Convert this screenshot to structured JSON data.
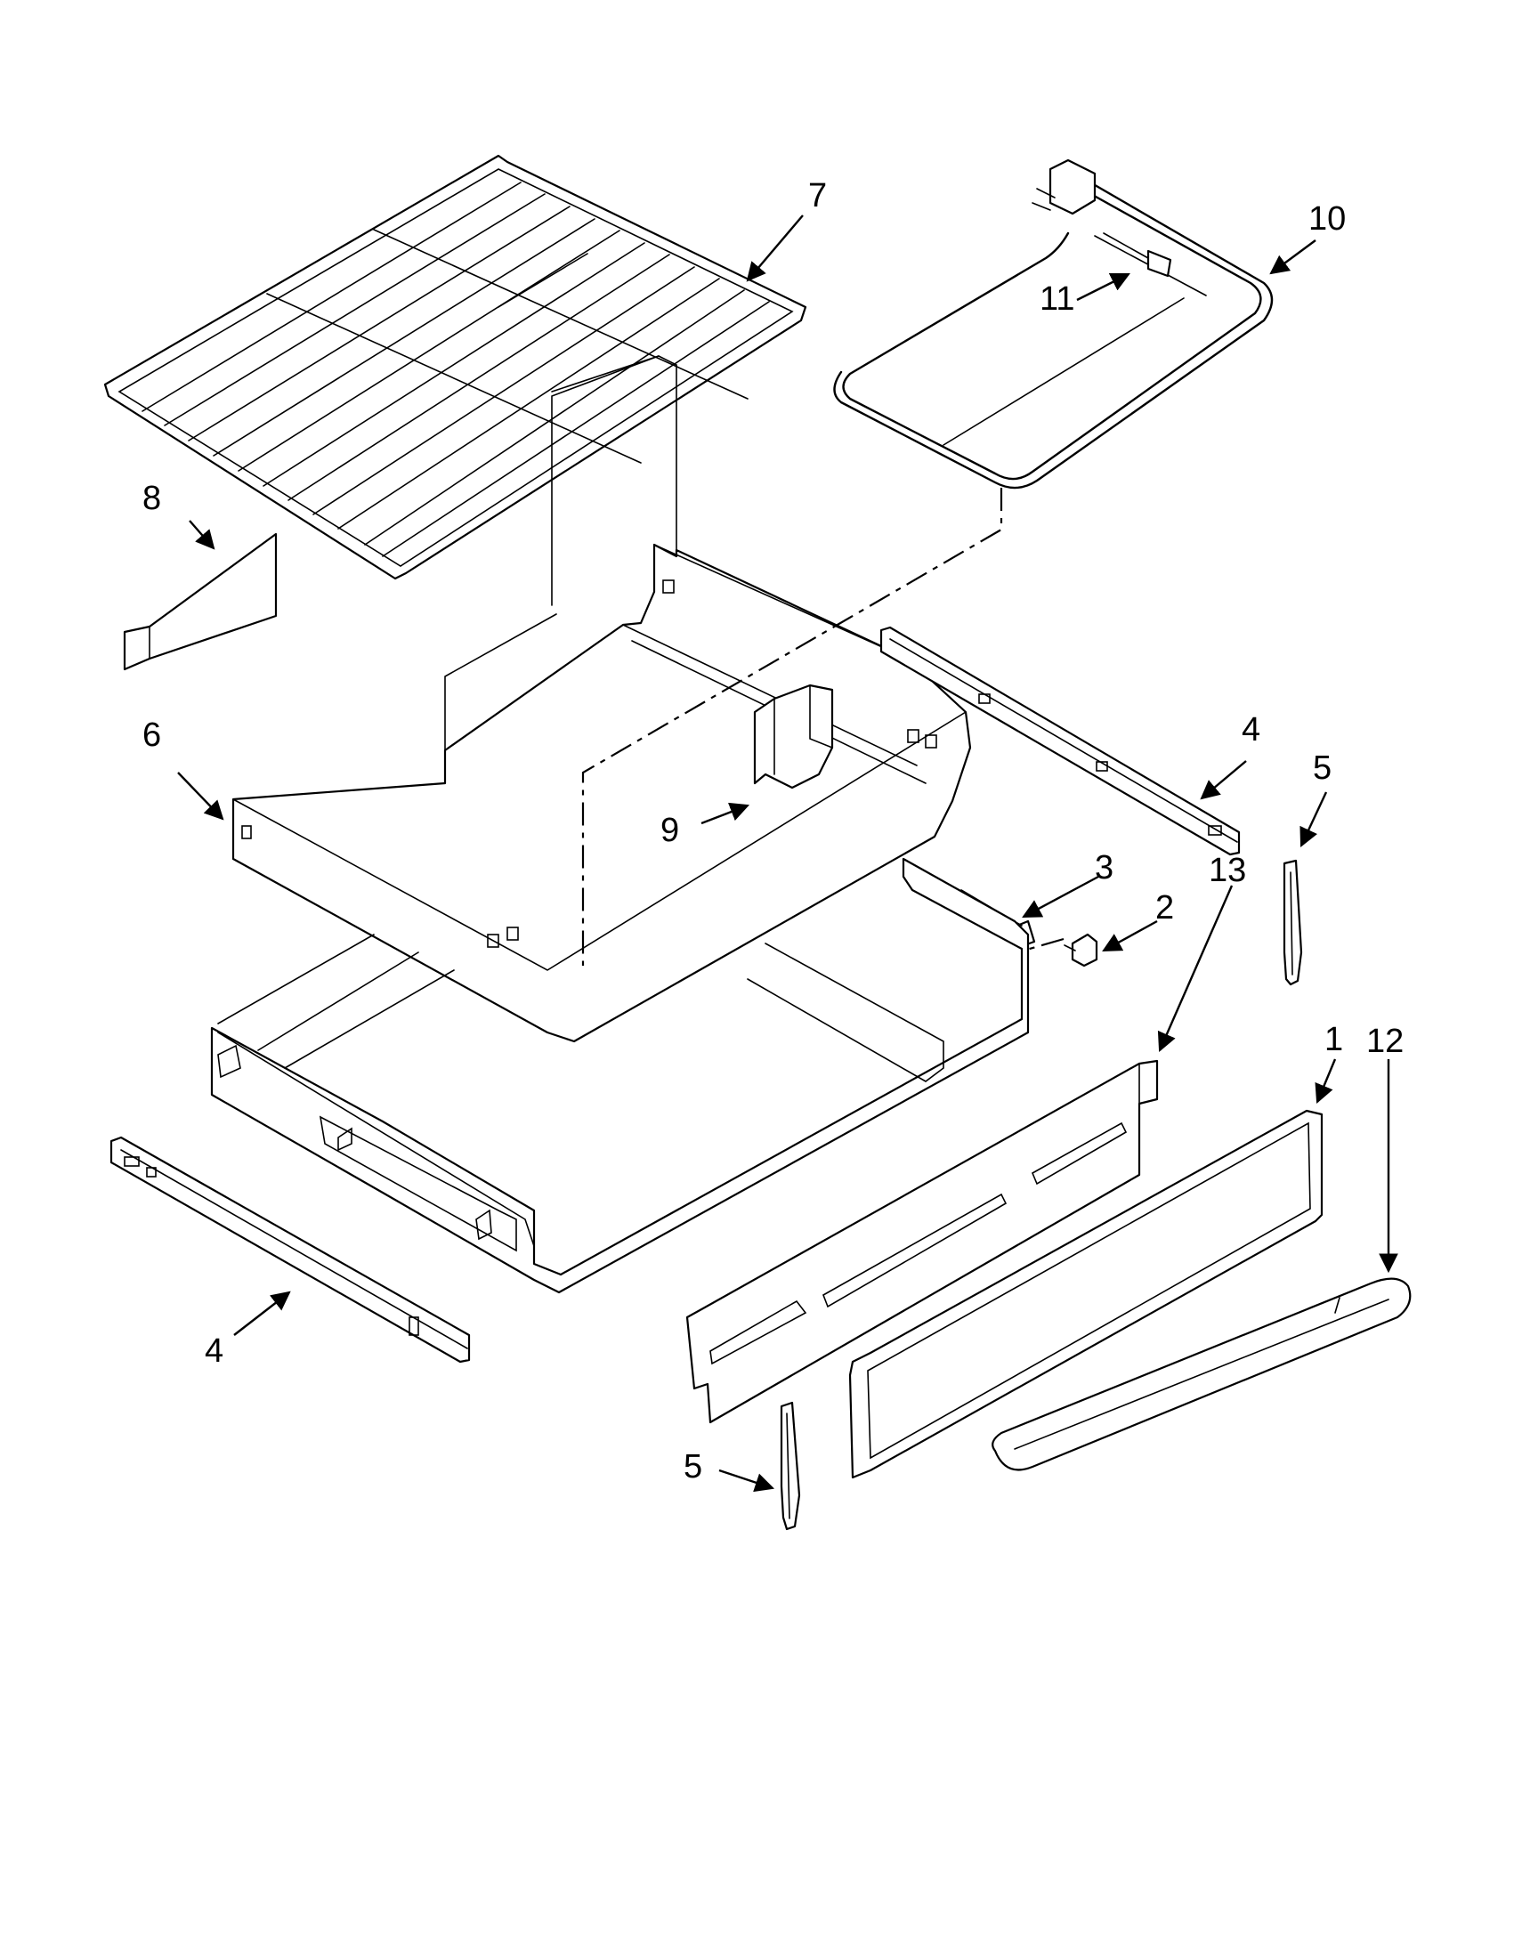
{
  "colors": {
    "line": "#000000",
    "background": "#ffffff",
    "shade": "#f2f2f2"
  },
  "callouts": [
    {
      "id": "c7",
      "label": "7"
    },
    {
      "id": "c10",
      "label": "10"
    },
    {
      "id": "c11",
      "label": "11"
    },
    {
      "id": "c8",
      "label": "8"
    },
    {
      "id": "c6",
      "label": "6"
    },
    {
      "id": "c9",
      "label": "9"
    },
    {
      "id": "c4a",
      "label": "4"
    },
    {
      "id": "c5a",
      "label": "5"
    },
    {
      "id": "c3",
      "label": "3"
    },
    {
      "id": "c2",
      "label": "2"
    },
    {
      "id": "c13",
      "label": "13"
    },
    {
      "id": "c1",
      "label": "1"
    },
    {
      "id": "c12",
      "label": "12"
    },
    {
      "id": "c4b",
      "label": "4"
    },
    {
      "id": "c5b",
      "label": "5"
    }
  ]
}
